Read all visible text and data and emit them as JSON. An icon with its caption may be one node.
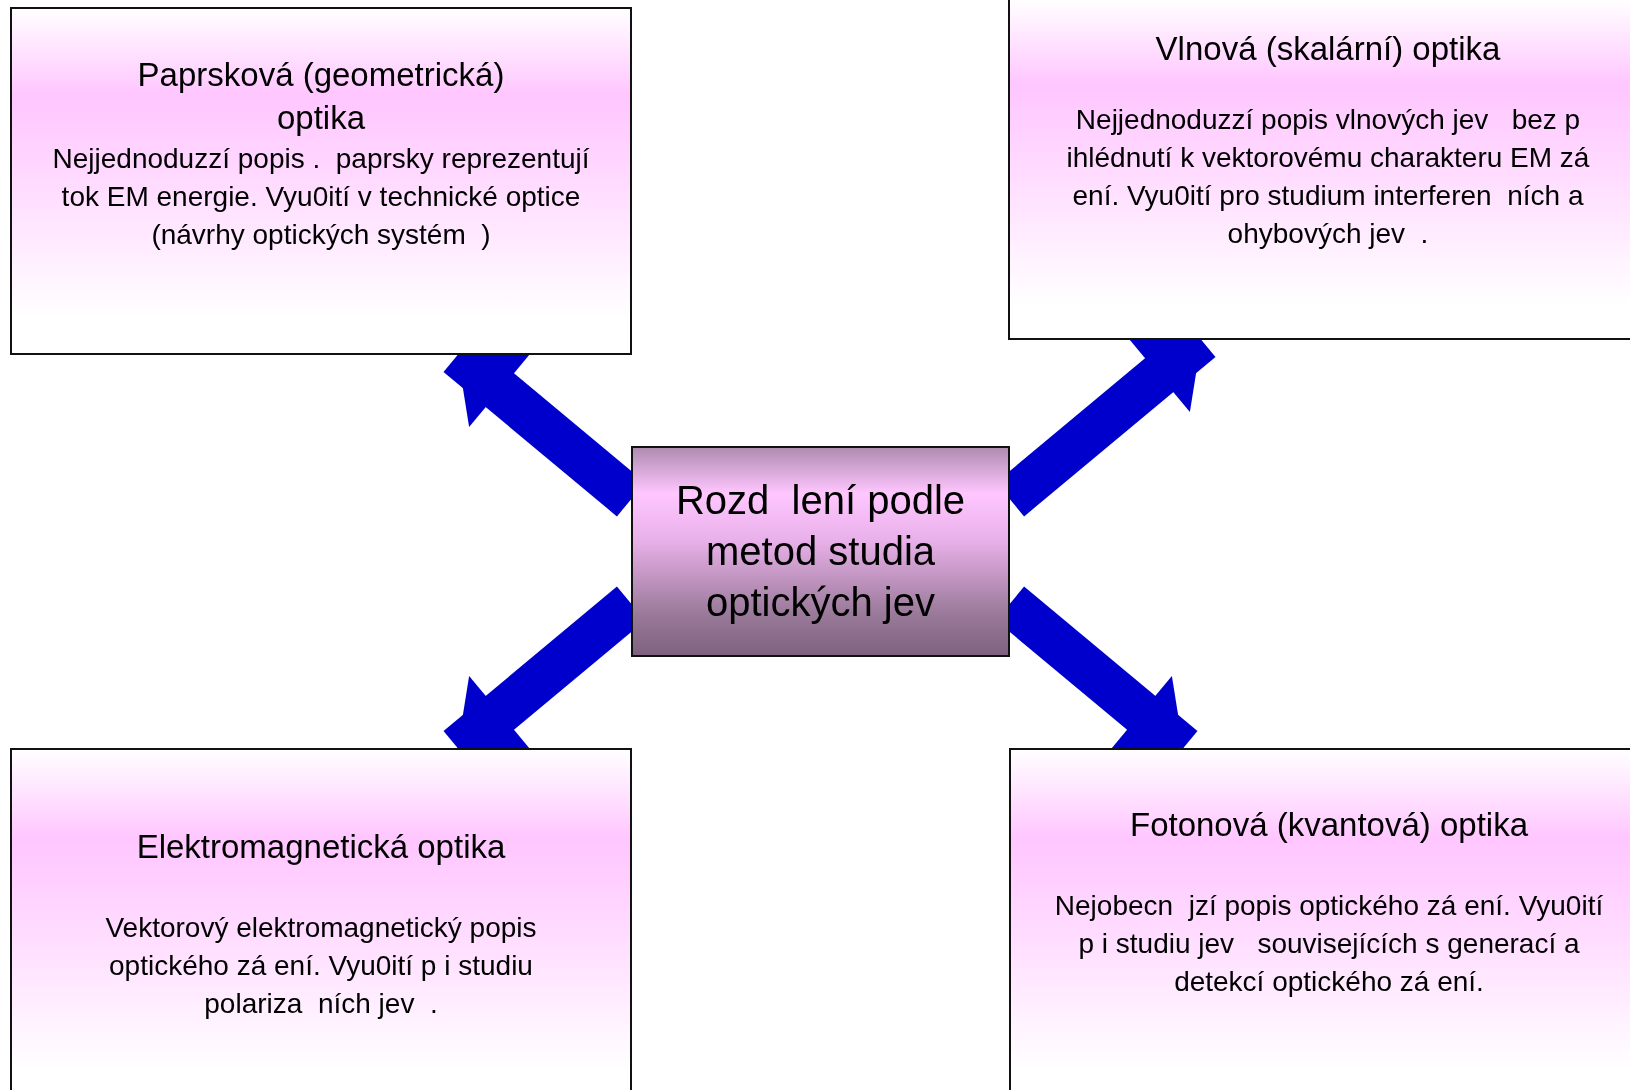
{
  "diagram": {
    "nodes": [
      {
        "text": [
          "Rozd  lení podle metod studia optických jev"
        ]
      },
      {
        "text": [
          "Paprsková (geometrická) optika",
          "Nejjednoduzzí popis .  paprsky reprezentují tok EM energie. Vyu0ití v technické optice (návrhy optických systém  )"
        ]
      },
      {
        "text": [
          "Vlnová (skalární) optika",
          "Nejjednoduzzí popis vlnových jev   bez p ihlédnutí k vektorovému charakteru EM zá ení. Vyu0ití pro studium interferen  ních a ohybových jev  ."
        ]
      },
      {
        "text": [
          "Elektromagnetická optika",
          "Vektorový elektromagnetický popis optického zá ení. Vyu0ití p i studiu polariza  ních jev  ."
        ]
      },
      {
        "text": [
          "Fotonová (kvantová) optika",
          "Nejobecn  jzí popis optického zá ení. Vyu0ití p i studiu jev   souvisejících s generací a detekcí optického zá ení."
        ]
      }
    ],
    "edges": [
      {
        "from": 0,
        "to": 1,
        "arrow": "to"
      },
      {
        "from": 0,
        "to": 2,
        "arrow": "to"
      },
      {
        "from": 0,
        "to": 3,
        "arrow": "to"
      },
      {
        "from": 0,
        "to": 4,
        "arrow": "to"
      }
    ]
  }
}
